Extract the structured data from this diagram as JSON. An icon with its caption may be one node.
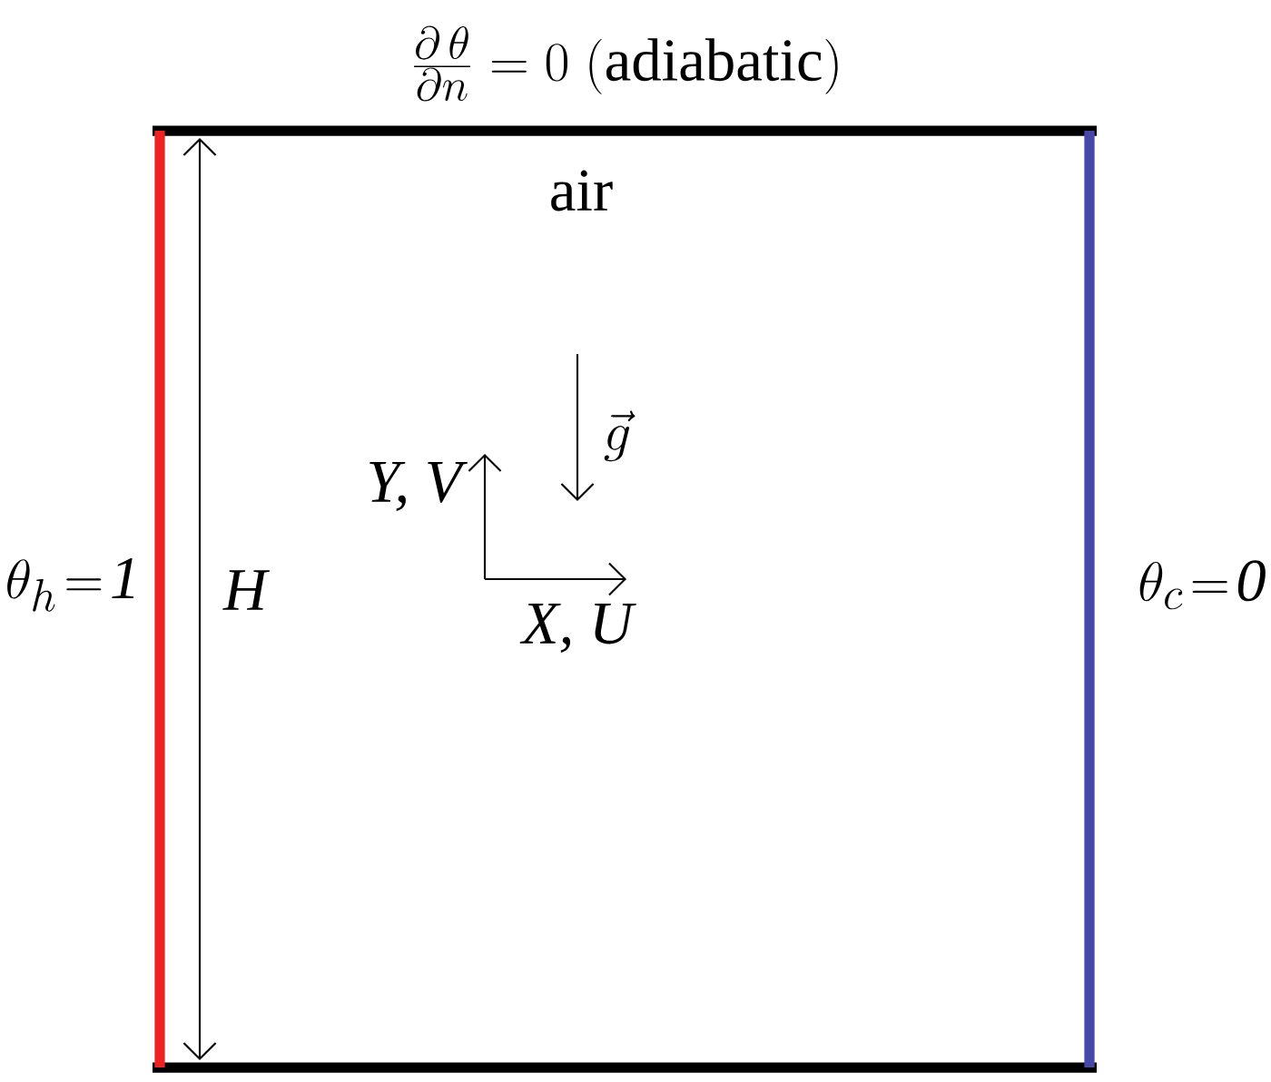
{
  "diagram": {
    "labels": [
      "\\frac{\\partial\\,\\theta}{\\partial n} = 0\\ \\mathrm{(adiabatic)}",
      "air",
      "\\vec{g}",
      "Y, V",
      "X, U",
      "\\theta_h\\!=\\!\\mathit{1}",
      "H",
      "\\theta_c\\!=\\!\\mathit{0}"
    ]
  }
}
